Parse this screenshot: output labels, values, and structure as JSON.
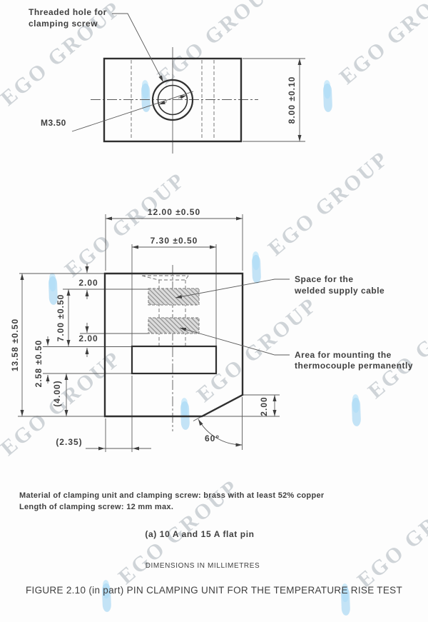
{
  "watermark": {
    "text": "EGO GROUP"
  },
  "top_view": {
    "callout_threaded_hole_line1": "Threaded hole for",
    "callout_threaded_hole_line2": "clamping screw",
    "thread_label": "M3.50",
    "dim_height": "8.00 ±0.10"
  },
  "front_view": {
    "dim_width": "12.00 ±0.50",
    "dim_slot_width": "7.30 ±0.50",
    "dim_top_margin": "2.00",
    "dim_slot_span": "7.00 ±0.50",
    "dim_gap": "2.00",
    "dim_height": "13.58 ±0.50",
    "dim_recess_height": "2.58 ±0.50",
    "dim_bottom_margin": "(4.00)",
    "dim_left_offset": "(2.35)",
    "dim_chamfer_height": "2.00",
    "dim_chamfer_angle": "60°",
    "callout_cable_line1": "Space for the",
    "callout_cable_line2": "welded supply cable",
    "callout_thermo_line1": "Area for mounting the",
    "callout_thermo_line2": "thermocouple permanently"
  },
  "notes": {
    "line1": "Material of clamping unit and clamping screw: brass with at least 52% copper",
    "line2": "Length of clamping screw: 12 mm max."
  },
  "captions": {
    "subfigure": "(a)  10 A and 15 A flat pin",
    "units": "DIMENSIONS IN MILLIMETRES",
    "figure": "FIGURE  2.10 (in part)  PIN CLAMPING UNIT FOR THE TEMPERATURE RISE TEST"
  },
  "colors": {
    "line": "#3f3f3f",
    "watermark_text": "#8a96a0",
    "watermark_logo": "#94cef0",
    "hatch_fill": "#dcdcdc"
  }
}
